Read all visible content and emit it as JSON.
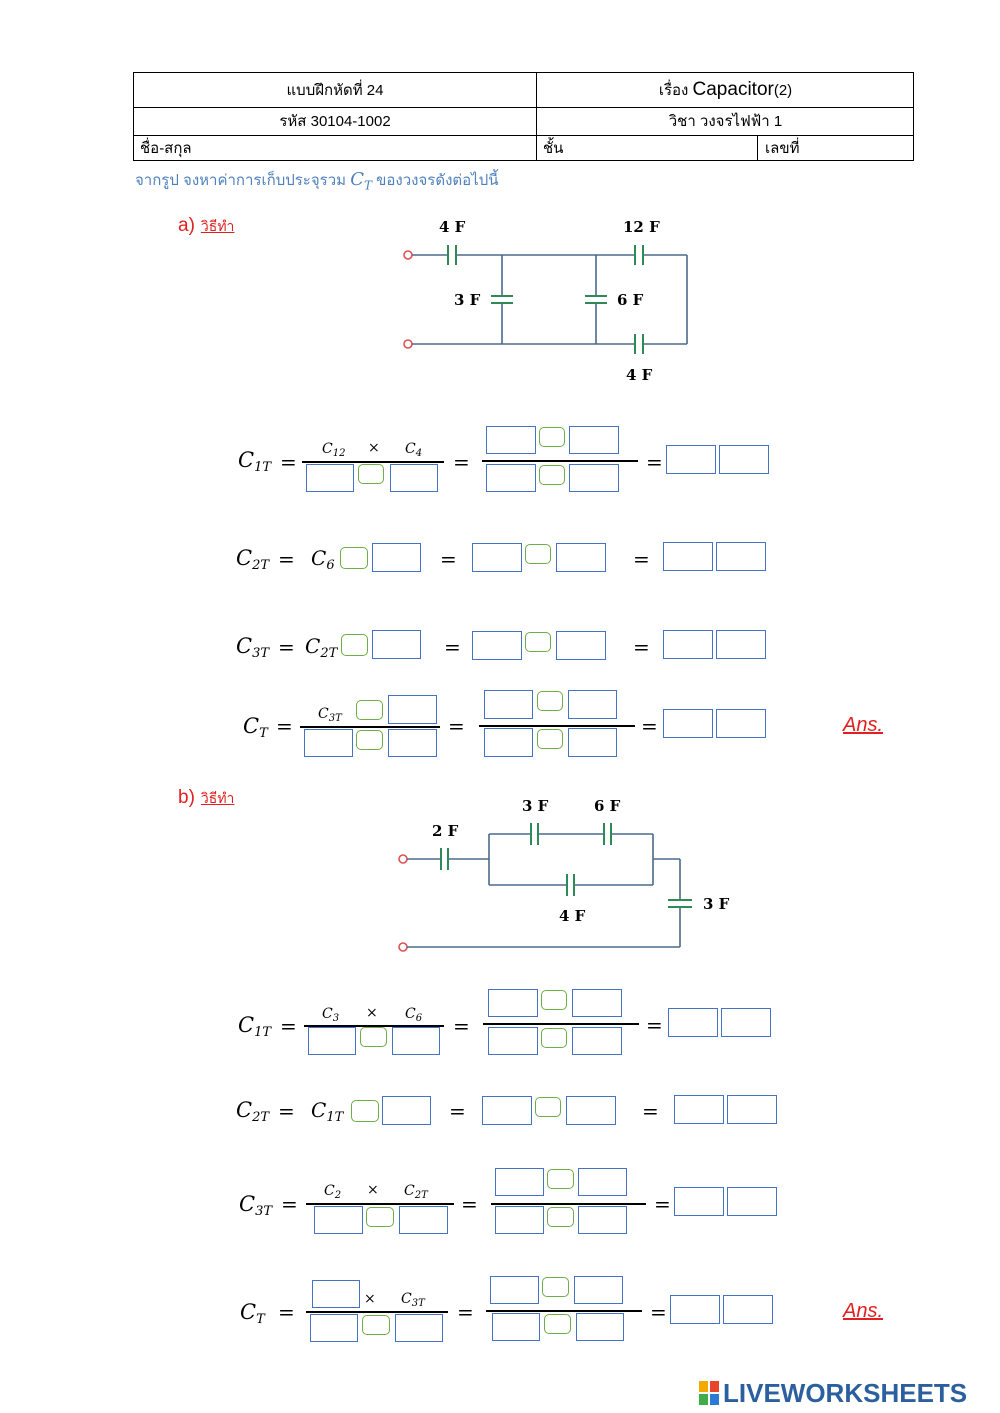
{
  "header": {
    "worksheet_no": "แบบฝึกหัดที่ 24",
    "topic_prefix": "เรื่อง ",
    "topic_main": "Capacitor",
    "topic_suffix": "(2)",
    "code": "รหัส 30104-1002",
    "subject": "วิชา วงจรไฟฟ้า 1",
    "name_label": "ชื่อ-สกุล",
    "class_label": "ชั้น",
    "number_label": "เลขที่"
  },
  "instruction": {
    "text": "จากรูป จงหาค่าการเก็บประจุรวม",
    "var": "C",
    "sub": "T",
    "tail": "ของวงจรดังต่อไปนี้"
  },
  "part_a": {
    "label": "a)",
    "method": "วิธีทำ",
    "circuit": {
      "c1": "4 F",
      "c2": "12 F",
      "c3": "3 F",
      "c4": "6 F",
      "c5": "4 F"
    },
    "eq1": {
      "lhs": "C",
      "lhs_sub": "1T",
      "n1": "C",
      "n1_sub": "12",
      "times": "×",
      "n2": "C",
      "n2_sub": "4"
    },
    "eq2": {
      "lhs": "C",
      "lhs_sub": "2T",
      "t1": "C",
      "t1_sub": "6"
    },
    "eq3": {
      "lhs": "C",
      "lhs_sub": "3T",
      "t1": "C",
      "t1_sub": "2T"
    },
    "eq4": {
      "lhs": "C",
      "lhs_sub": "T",
      "n1": "C",
      "n1_sub": "3T"
    },
    "ans": "Ans."
  },
  "part_b": {
    "label": "b)",
    "method": "วิธีทำ",
    "circuit": {
      "c1": "2 F",
      "c2": "3 F",
      "c3": "6 F",
      "c4": "4 F",
      "c5": "3 F"
    },
    "eq1": {
      "lhs": "C",
      "lhs_sub": "1T",
      "n1": "C",
      "n1_sub": "3",
      "times": "×",
      "n2": "C",
      "n2_sub": "6"
    },
    "eq2": {
      "lhs": "C",
      "lhs_sub": "2T",
      "t1": "C",
      "t1_sub": "1T"
    },
    "eq3": {
      "lhs": "C",
      "lhs_sub": "3T",
      "n1": "C",
      "n1_sub": "2",
      "times": "×",
      "n2": "C",
      "n2_sub": "2T"
    },
    "eq4": {
      "lhs": "C",
      "lhs_sub": "T",
      "times": "×",
      "n2": "C",
      "n2_sub": "3T"
    },
    "ans": "Ans."
  },
  "equals": "=",
  "logo": {
    "text": "LIVEWORKSHEETS"
  },
  "colors": {
    "answer_box": "#4472c4",
    "operator_box": "#70ad47",
    "accent_red": "#e02020",
    "instruction_blue": "#4f81bd",
    "capacitor_green": "#2e8b57"
  }
}
